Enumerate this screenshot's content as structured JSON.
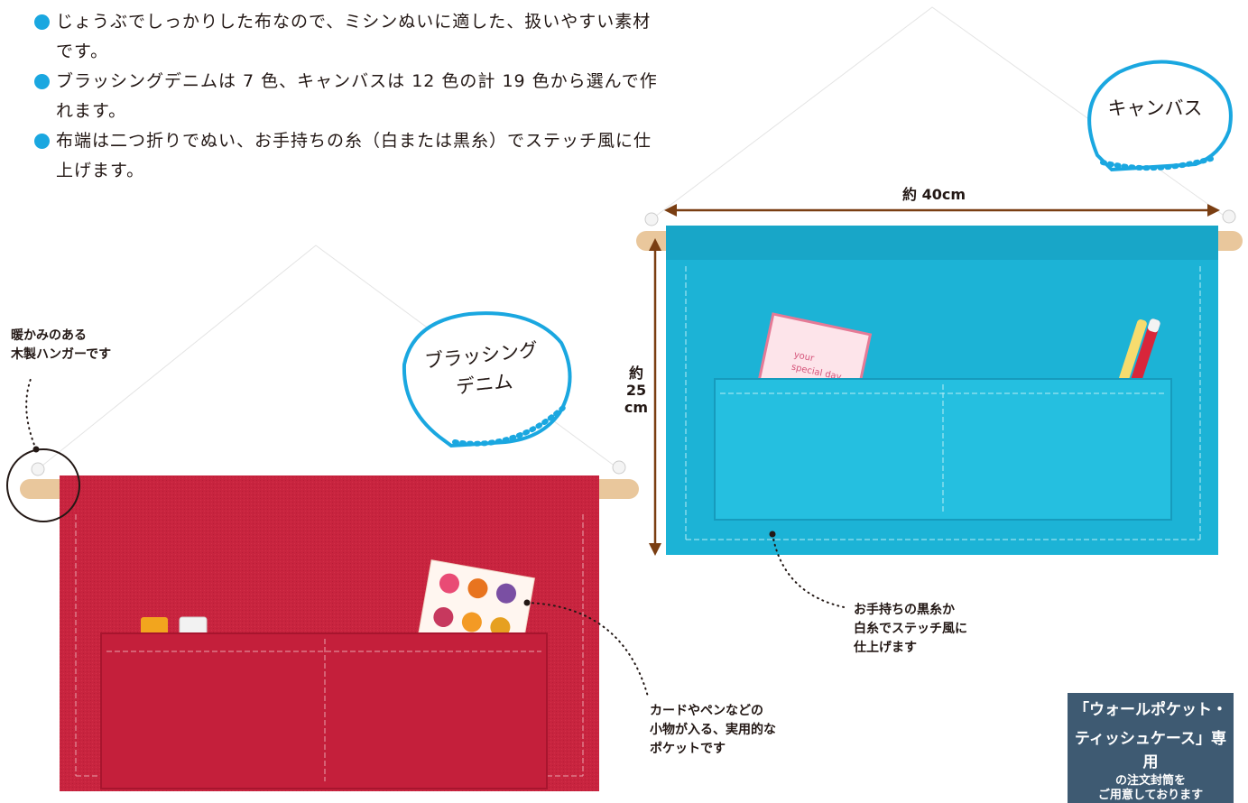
{
  "bullets": [
    "じょうぶでしっかりした布なので、ミシンぬいに適した、扱いやすい素材です。",
    "ブラッシングデニムは 7 色、キャンバスは 12 色の計 19 色から選んで作れます。",
    "布端は二つ折りでぬい、お手持ちの糸（白または黒糸）でステッチ風に仕上げます。"
  ],
  "bubbles": {
    "canvas": "キャンバス",
    "denim_line1": "ブラッシング",
    "denim_line2": "デニム"
  },
  "dimensions": {
    "width": "約 40cm",
    "height_line1": "約",
    "height_line2": "25",
    "height_line3": "cm"
  },
  "callouts": {
    "hanger_line1": "暖かみのある",
    "hanger_line2": "木製ハンガーです",
    "stitch_line1": "お手持ちの黒糸か",
    "stitch_line2": "白糸でステッチ風に",
    "stitch_line3": "仕上げます",
    "pocket_line1": "カードやペンなどの",
    "pocket_line2": "小物が入る、実用的な",
    "pocket_line3": "ポケットです"
  },
  "card_text": {
    "line1": "your",
    "line2": "special day"
  },
  "notice": {
    "line1": "「ウォールポケット・",
    "line2": "ティッシュケース」専用",
    "line3": "の注文封筒を",
    "line4": "ご用意しております"
  },
  "colors": {
    "bullet_dot": "#1aa7e0",
    "canvas_fabric": "#1cb3d6",
    "denim_fabric": "#c8243f",
    "bubble_outline": "#1aa7e0",
    "dimension_arrow": "#7a3e12",
    "notice_bg": "#3e5a72"
  }
}
